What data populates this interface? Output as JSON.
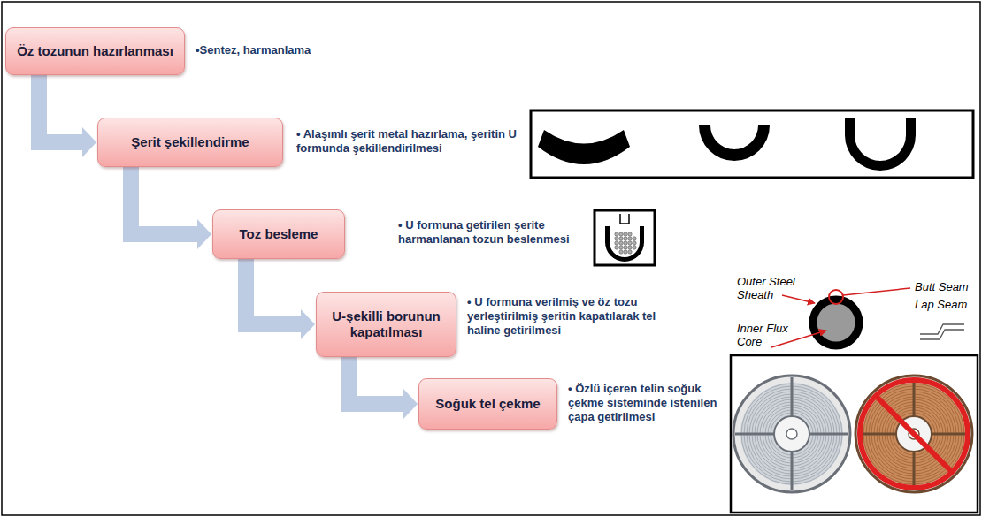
{
  "diagram": {
    "nodes": [
      {
        "text": [
          "Öz tozunun hazırlanması"
        ]
      },
      {
        "text": [
          "Şerit şekillendirme"
        ]
      },
      {
        "text": [
          "Toz besleme"
        ]
      },
      {
        "text": [
          "U-şekilli borunun kapatılması"
        ]
      },
      {
        "text": [
          "Soğuk tel çekme"
        ]
      }
    ],
    "edges": [
      {
        "from": 0,
        "to": 1,
        "arrow": "to"
      },
      {
        "from": 1,
        "to": 2,
        "arrow": "to"
      },
      {
        "from": 2,
        "to": 3,
        "arrow": "to"
      },
      {
        "from": 3,
        "to": 4,
        "arrow": "to"
      }
    ],
    "labels": [
      "•Sentez, harmanlama",
      "• Alaşımlı şerit metal hazırlama, şeritin U formunda şekillendirilmesi",
      "• U formuna getirilen şerite harmanlanan tozun beslenmesi",
      "• U formuna verilmiş ve öz tozu yerleştirilmiş şeritin kapatılarak tel haline getirilmesi",
      "• Özlü içeren telin soğuk çekme sisteminde istenilen çapa getirilmesi",
      "Outer Steel Sheath",
      "Inner Flux Core",
      "Butt Seam",
      "Lap Seam"
    ]
  }
}
